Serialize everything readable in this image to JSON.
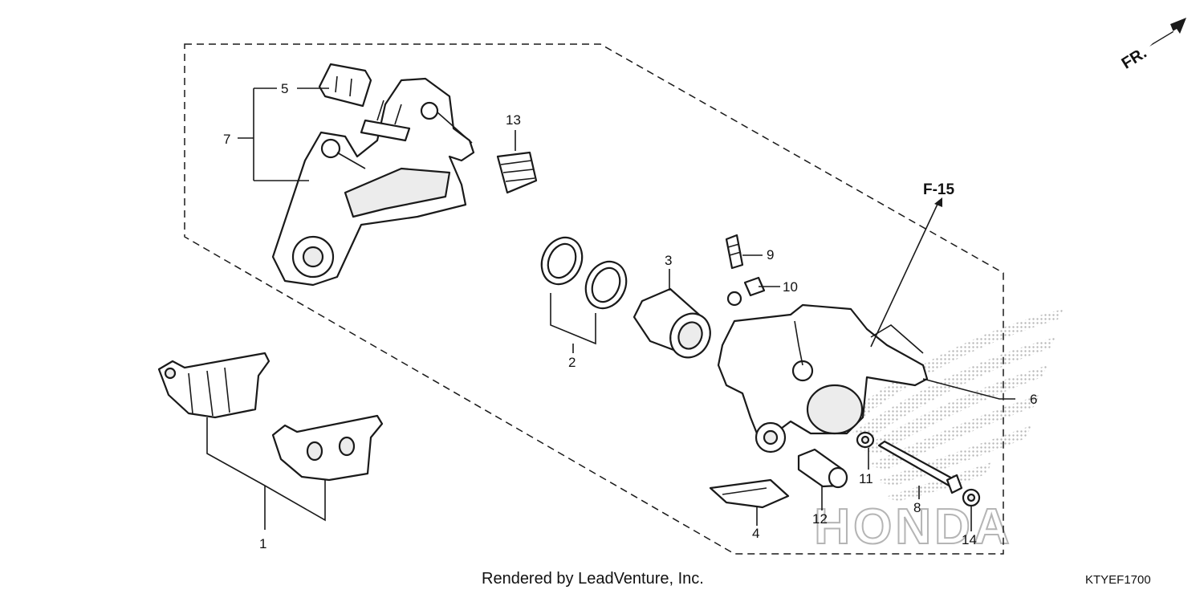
{
  "direction": {
    "label": "FR."
  },
  "reference": {
    "label": "F-15"
  },
  "callouts": {
    "c1": "1",
    "c2": "2",
    "c3": "3",
    "c4": "4",
    "c5": "5",
    "c6": "6",
    "c7": "7",
    "c8": "8",
    "c9": "9",
    "c10": "10",
    "c11": "11",
    "c12": "12",
    "c13": "13",
    "c14": "14"
  },
  "watermark": {
    "brand": "HONDA",
    "color": "#bdbdbd"
  },
  "footer": {
    "rendered_by": "Rendered by LeadVenture, Inc.",
    "diagram_code": "KTYEF1700"
  }
}
